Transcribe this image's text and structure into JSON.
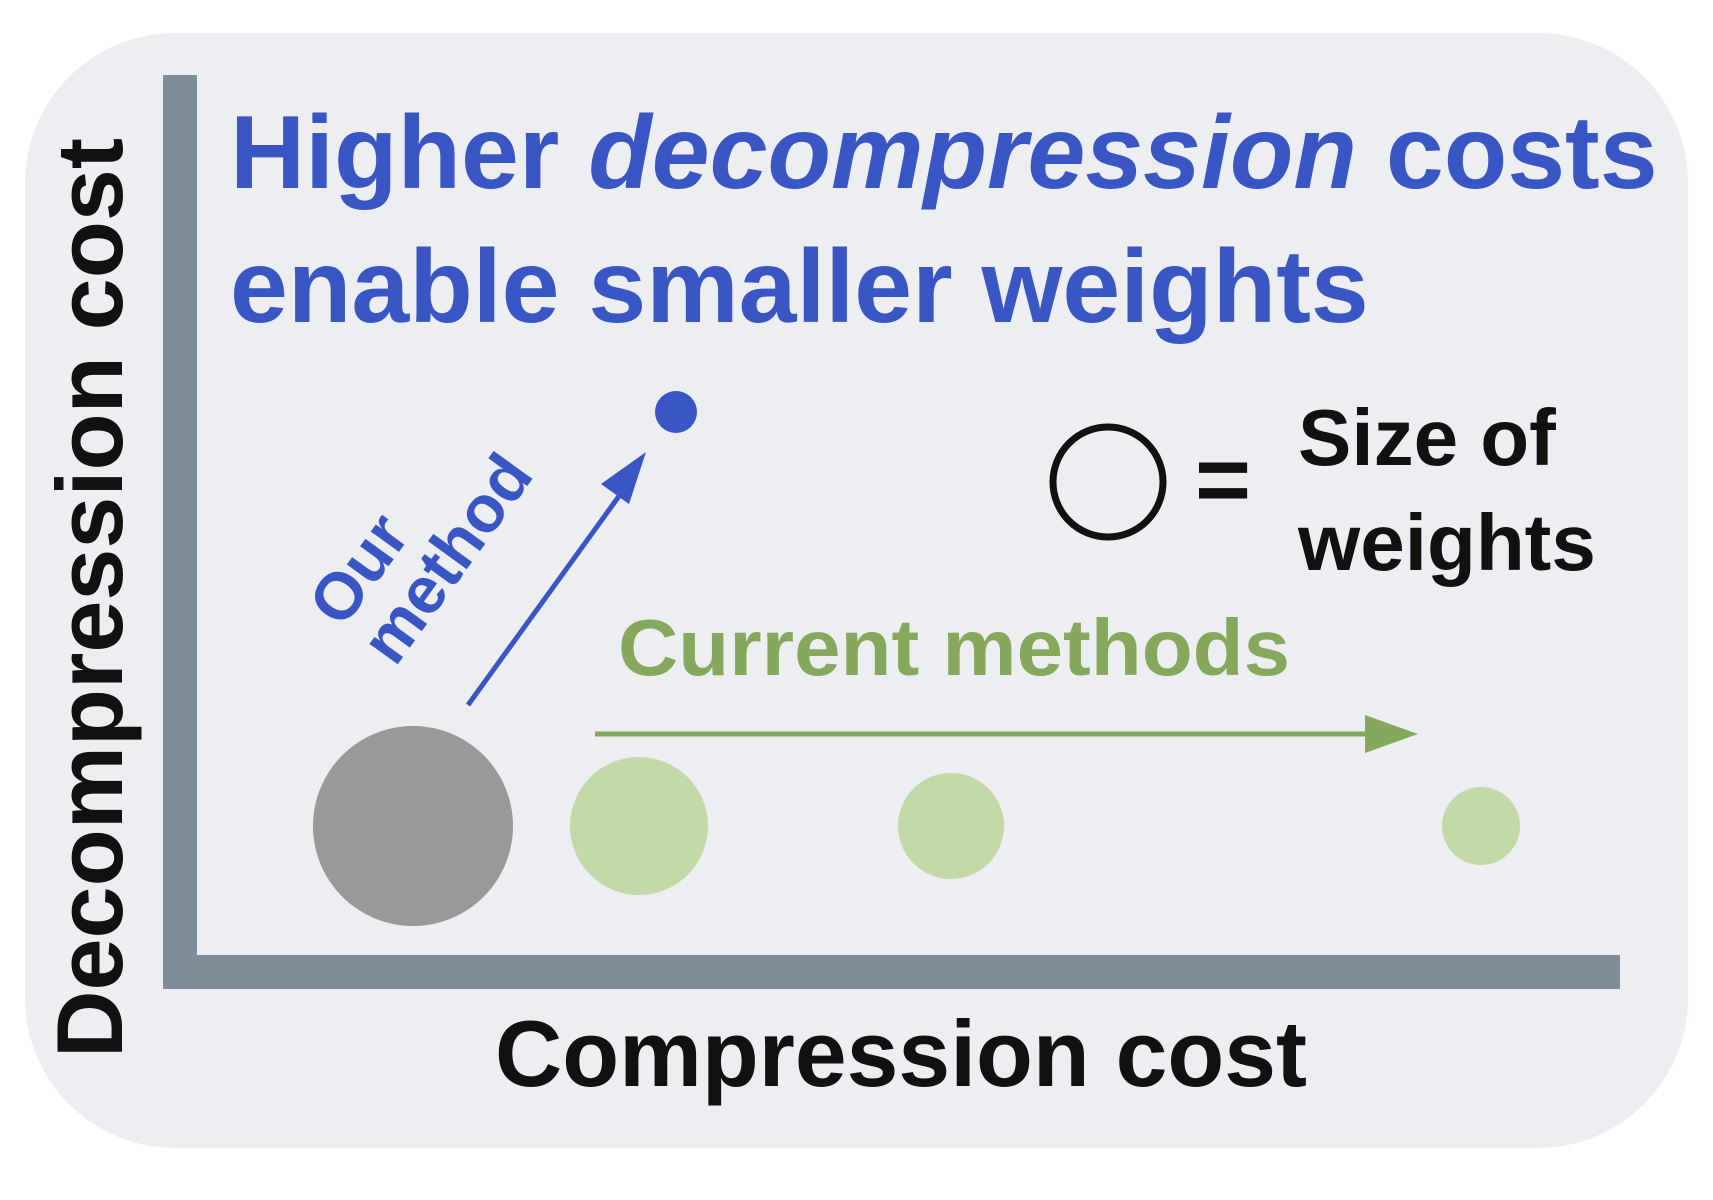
{
  "title": {
    "part1": "Higher ",
    "emphasis": "decompression",
    "part2": " costs",
    "line2": "enable smaller weights"
  },
  "axes": {
    "y_label": "Decompression cost",
    "x_label": "Compression cost"
  },
  "legend": {
    "equals": "=",
    "line1": "Size of",
    "line2": "weights"
  },
  "annotations": {
    "our_method_line1": "Our",
    "our_method_line2": "method",
    "current_methods": "Current methods"
  },
  "colors": {
    "panel_bg": "#eceef1",
    "axis": "#7f8d98",
    "blue": "#3a56c5",
    "green": "#86a85c",
    "green_light": "#c3d9a8",
    "gray_circle": "#999999",
    "black": "#111111"
  }
}
